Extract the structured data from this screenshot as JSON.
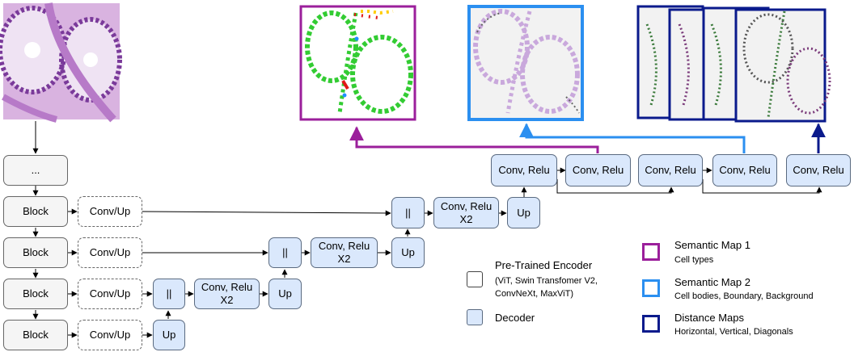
{
  "encoder": {
    "top_label": "...",
    "block_labels": [
      "Block",
      "Block",
      "Block",
      "Block"
    ],
    "conv_up_labels": [
      "Conv/Up",
      "Conv/Up",
      "Conv/Up",
      "Conv/Up"
    ]
  },
  "decoder": {
    "concat_label": "||",
    "conv_relu_x2_line1": "Conv, Relu",
    "conv_relu_x2_line2": "X2",
    "up_label": "Up",
    "conv_relu_label": "Conv, Relu"
  },
  "legend": {
    "encoder_title": "Pre-Trained Encoder",
    "encoder_models_line1": "(ViT, Swin Transfomer V2,",
    "encoder_models_line2": "ConvNeXt, MaxViT)",
    "decoder_title": "Decoder",
    "map1_title": "Semantic Map 1",
    "map1_desc": "Cell types",
    "map2_title": "Semantic Map 2",
    "map2_desc": "Cell bodies, Boundary, Background",
    "map3_title": "Distance Maps",
    "map3_desc": "Horizontal, Vertical, Diagonals"
  },
  "colors": {
    "encoder_fill": "#f5f5f5",
    "decoder_fill": "#dae8fc",
    "semantic_map_1": "#9b1f9b",
    "semantic_map_2": "#2b8ff0",
    "distance_maps": "#0a1a8c",
    "tissue": "#c79ad6",
    "cells_green": "#33cc33"
  }
}
